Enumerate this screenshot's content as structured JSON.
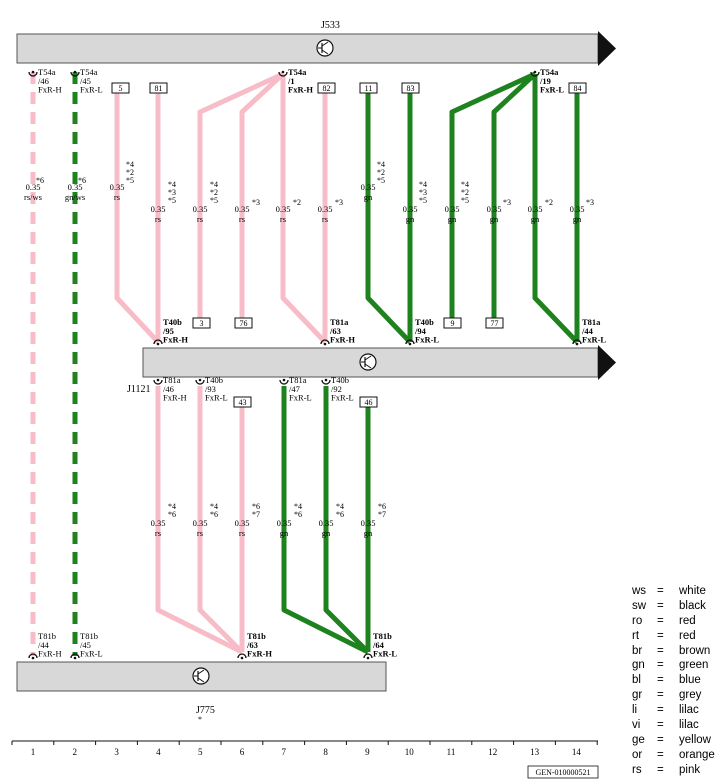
{
  "colors": {
    "pink": "#f7bcc8",
    "green": "#1e821e",
    "bus": "#d8d8d8",
    "bus_edge": "#555555"
  },
  "control_units": [
    {
      "name": "J533",
      "symbol": "transistor-icon"
    },
    {
      "name": "J1121",
      "symbol": "transistor-icon"
    },
    {
      "name": "J775",
      "symbol": "transistor-icon",
      "note": "*"
    }
  ],
  "connectors": [
    {
      "id": "c1",
      "lines": [
        "T54a",
        "/46",
        "FxR-H"
      ]
    },
    {
      "id": "c2",
      "lines": [
        "T54a",
        "/45",
        "FxR-L"
      ]
    },
    {
      "id": "c3",
      "lines": [
        "T54a",
        "/1",
        "FxR-H"
      ]
    },
    {
      "id": "c4",
      "lines": [
        "T54a",
        "/19",
        "FxR-L"
      ]
    },
    {
      "id": "c5",
      "lines": [
        "T40b",
        "/95",
        "FxR-H"
      ]
    },
    {
      "id": "c6",
      "lines": [
        "T81a",
        "/63",
        "FxR-H"
      ]
    },
    {
      "id": "c7",
      "lines": [
        "T40b",
        "/94",
        "FxR-L"
      ]
    },
    {
      "id": "c8",
      "lines": [
        "T81a",
        "/44",
        "FxR-L"
      ]
    },
    {
      "id": "c9",
      "lines": [
        "T81a",
        "/46",
        "FxR-H"
      ]
    },
    {
      "id": "c10",
      "lines": [
        "T40b",
        "/93",
        "FxR-L"
      ]
    },
    {
      "id": "c11",
      "lines": [
        "T81a",
        "/47",
        "FxR-L"
      ]
    },
    {
      "id": "c12",
      "lines": [
        "T40b",
        "/92",
        "FxR-L"
      ]
    },
    {
      "id": "c13",
      "lines": [
        "T81b",
        "/44",
        "FxR-H"
      ]
    },
    {
      "id": "c14",
      "lines": [
        "T81b",
        "/45",
        "FxR-L"
      ]
    },
    {
      "id": "c15",
      "lines": [
        "T81b",
        "/63",
        "FxR-H"
      ]
    },
    {
      "id": "c16",
      "lines": [
        "T81b",
        "/64",
        "FxR-L"
      ]
    }
  ],
  "boxes": [
    "5",
    "81",
    "82",
    "11",
    "83",
    "84",
    "3",
    "76",
    "9",
    "77",
    "43",
    "46"
  ],
  "wire_labels": [
    {
      "id": "w1",
      "size": "0.35",
      "color": "rs/ws",
      "notes": [
        "*6"
      ]
    },
    {
      "id": "w2",
      "size": "0.35",
      "color": "gn/ws",
      "notes": [
        "*6"
      ]
    },
    {
      "id": "w3",
      "size": "0.35",
      "color": "rs",
      "notes": [
        "*4",
        "*2",
        "*5"
      ]
    },
    {
      "id": "w4",
      "size": "0.35",
      "color": "rs",
      "notes": [
        "*4",
        "*3",
        "*5"
      ]
    },
    {
      "id": "w5",
      "size": "0.35",
      "color": "rs",
      "notes": [
        "*4",
        "*2",
        "*5"
      ]
    },
    {
      "id": "w6",
      "size": "0.35",
      "color": "rs",
      "notes": [
        "*3"
      ]
    },
    {
      "id": "w7",
      "size": "0.35",
      "color": "rs",
      "notes": [
        "*2"
      ]
    },
    {
      "id": "w8",
      "size": "0.35",
      "color": "rs",
      "notes": [
        "*3"
      ]
    },
    {
      "id": "w9",
      "size": "0.35",
      "color": "gn",
      "notes": [
        "*4",
        "*2",
        "*5"
      ]
    },
    {
      "id": "w10",
      "size": "0.35",
      "color": "gn",
      "notes": [
        "*4",
        "*3",
        "*5"
      ]
    },
    {
      "id": "w11",
      "size": "0.35",
      "color": "gn",
      "notes": [
        "*4",
        "*2",
        "*5"
      ]
    },
    {
      "id": "w12",
      "size": "0.35",
      "color": "gn",
      "notes": [
        "*3"
      ]
    },
    {
      "id": "w13",
      "size": "0.35",
      "color": "gn",
      "notes": [
        "*2"
      ]
    },
    {
      "id": "w14",
      "size": "0.35",
      "color": "gn",
      "notes": [
        "*3"
      ]
    },
    {
      "id": "w15",
      "size": "0.35",
      "color": "rs",
      "notes": [
        "*4",
        "*6"
      ]
    },
    {
      "id": "w16",
      "size": "0.35",
      "color": "rs",
      "notes": [
        "*4",
        "*6"
      ]
    },
    {
      "id": "w17",
      "size": "0.35",
      "color": "rs",
      "notes": [
        "*6",
        "*7"
      ]
    },
    {
      "id": "w18",
      "size": "0.35",
      "color": "gn",
      "notes": [
        "*4",
        "*6"
      ]
    },
    {
      "id": "w19",
      "size": "0.35",
      "color": "gn",
      "notes": [
        "*4",
        "*6"
      ]
    },
    {
      "id": "w20",
      "size": "0.35",
      "color": "gn",
      "notes": [
        "*6",
        "*7"
      ]
    }
  ],
  "column_numbers": [
    "1",
    "2",
    "3",
    "4",
    "5",
    "6",
    "7",
    "8",
    "9",
    "10",
    "11",
    "12",
    "13",
    "14"
  ],
  "doc_code": "GEN-010000521",
  "legend": [
    {
      "code": "ws",
      "eq": "=",
      "name": "white"
    },
    {
      "code": "sw",
      "eq": "=",
      "name": "black"
    },
    {
      "code": "ro",
      "eq": "=",
      "name": "red"
    },
    {
      "code": "rt",
      "eq": "=",
      "name": "red"
    },
    {
      "code": "br",
      "eq": "=",
      "name": "brown"
    },
    {
      "code": "gn",
      "eq": "=",
      "name": "green"
    },
    {
      "code": "bl",
      "eq": "=",
      "name": "blue"
    },
    {
      "code": "gr",
      "eq": "=",
      "name": "grey"
    },
    {
      "code": "li",
      "eq": "=",
      "name": "lilac"
    },
    {
      "code": "vi",
      "eq": "=",
      "name": "lilac"
    },
    {
      "code": "ge",
      "eq": "=",
      "name": "yellow"
    },
    {
      "code": "or",
      "eq": "=",
      "name": "orange"
    },
    {
      "code": "rs",
      "eq": "=",
      "name": "pink"
    }
  ]
}
